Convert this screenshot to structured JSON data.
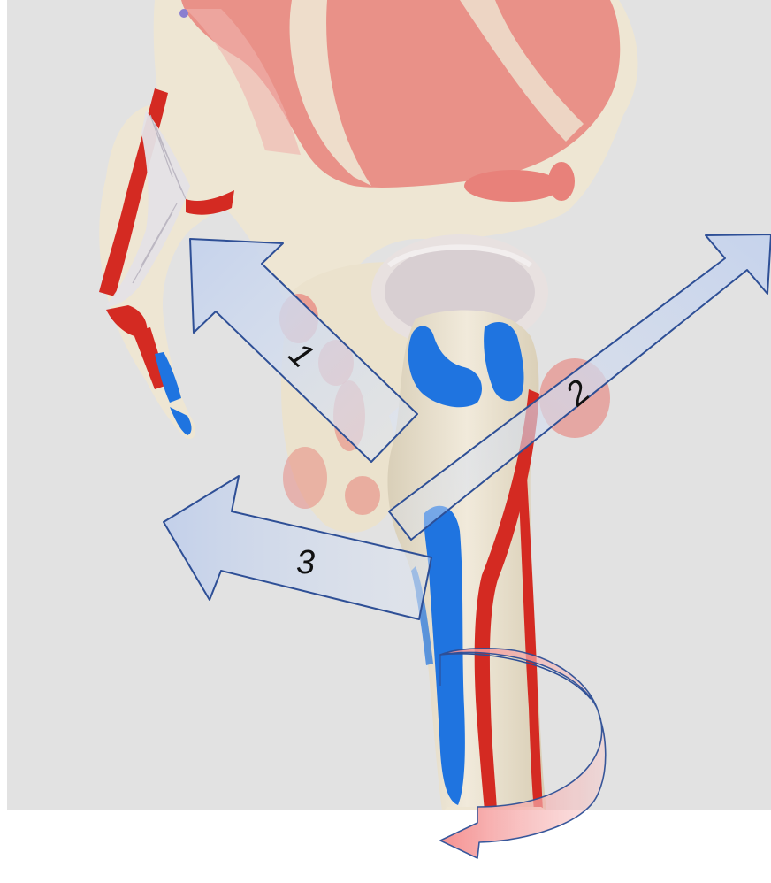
{
  "arrows": [
    {
      "label": "1"
    },
    {
      "label": "2"
    },
    {
      "label": "3"
    }
  ],
  "colors": {
    "background": "#e2e2e2",
    "bone": "#eee6d3",
    "muscle_origin": "#e8776f",
    "muscle_insertion": "#1f74e0",
    "ligament_red": "#d42a22",
    "arrow_fill": "#c9d6ec",
    "arrow_stroke": "#2e4f96",
    "rotation_arrow": "#f4a0a0"
  },
  "icons": [
    "arrow-flexion",
    "arrow-abduction",
    "arrow-extension",
    "rotation-arrow"
  ]
}
